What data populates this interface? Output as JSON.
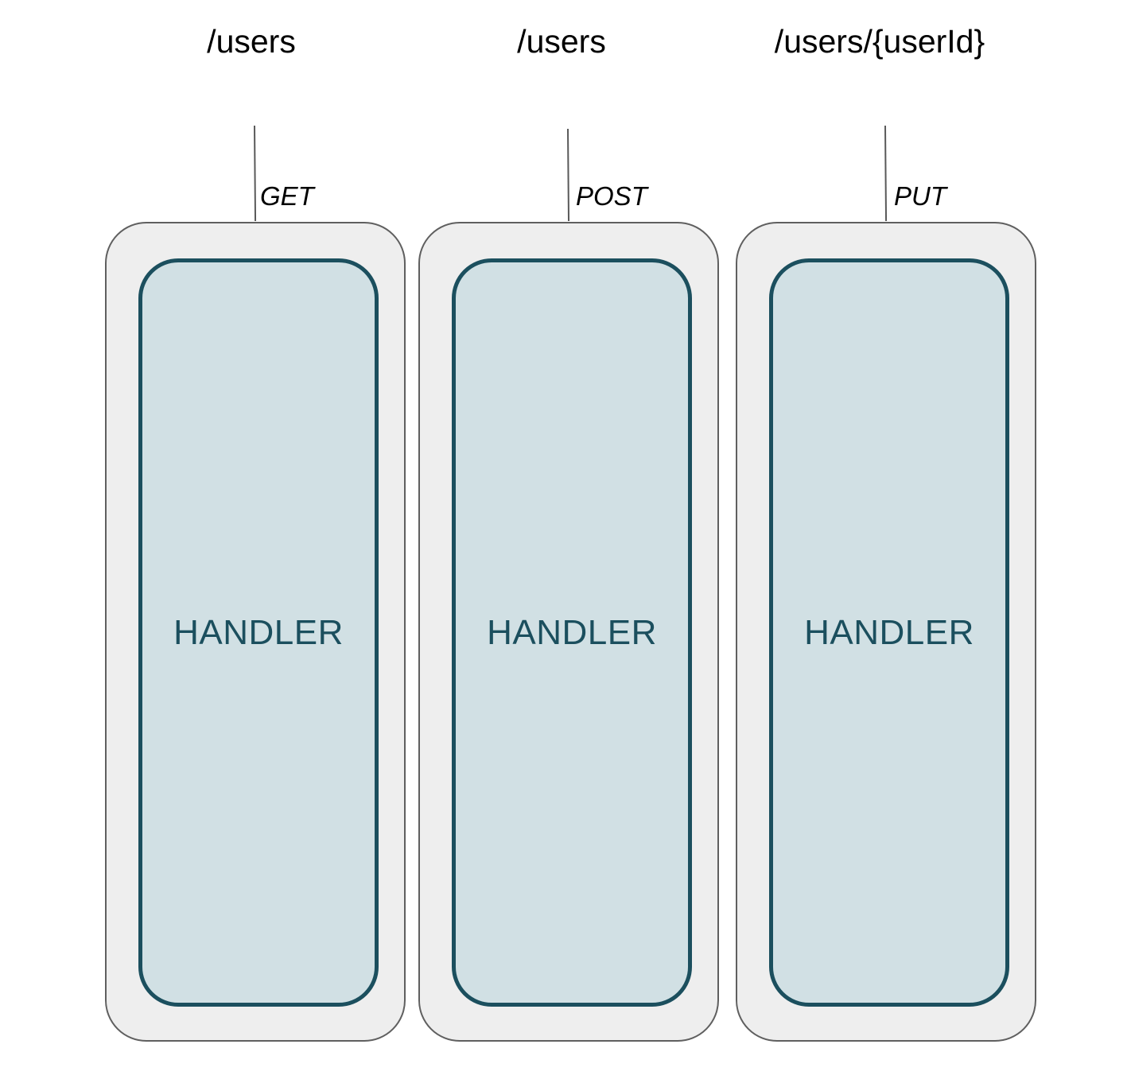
{
  "routes": [
    {
      "path": "/users",
      "method": "GET",
      "handler": "HANDLER"
    },
    {
      "path": "/users",
      "method": "POST",
      "handler": "HANDLER"
    },
    {
      "path": "/users/{userId}",
      "method": "PUT",
      "handler": "HANDLER"
    }
  ],
  "colors": {
    "outer_fill": "#eeeeee",
    "outer_border": "#5f5f5f",
    "handler_fill": "#d1e0e4",
    "handler_border": "#1b4f5e",
    "handler_text": "#1b4f5e",
    "connector": "#595959"
  }
}
